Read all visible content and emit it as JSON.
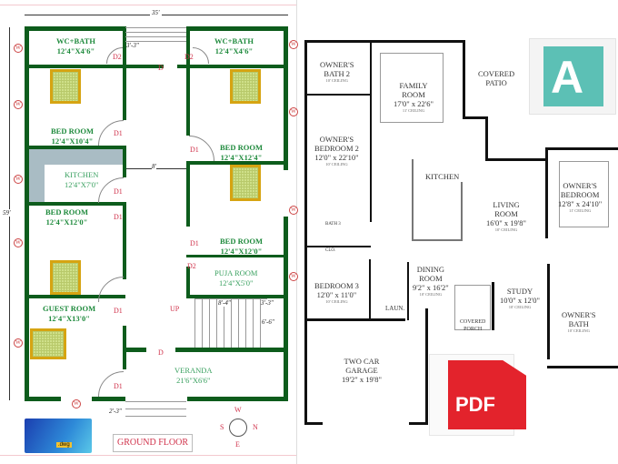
{
  "left_plan": {
    "overall_width": "35'",
    "overall_depth": "59'",
    "rooms": [
      {
        "label": "WC+BATH",
        "size": "12'4\"X4'6\""
      },
      {
        "label": "WC+BATH",
        "size": "12'4\"X4'6\""
      },
      {
        "label": "BED ROOM",
        "size": "12'4\"X10'4\""
      },
      {
        "label": "BED ROOM",
        "size": "12'4\"X12'4\""
      },
      {
        "label": "KITCHEN",
        "size": "12'4\"X7'0\""
      },
      {
        "label": "BED ROOM",
        "size": "12'4\"X12'0\""
      },
      {
        "label": "BED ROOM",
        "size": "12'4\"X12'0\""
      },
      {
        "label": "PUJA ROOM",
        "size": "12'4\"X5'0\""
      },
      {
        "label": "GUEST ROOM",
        "size": "12'4\"X13'0\""
      },
      {
        "label": "VERANDA",
        "size": "21'6\"X6'6\""
      }
    ],
    "doors": {
      "main": "D",
      "d1": "D1",
      "d2": "D2"
    },
    "window": "W",
    "stair_label": "UP",
    "dims": {
      "passage_top": "3'-3\"",
      "passage": "8'",
      "stair_len": "8'-4\"",
      "stair_w": "3'-3\"",
      "stair_h": "6'-6\"",
      "steps": "2'-3\""
    },
    "title": "GROUND FLOOR",
    "compass": {
      "n": "N",
      "s": "S",
      "e": "E",
      "w": "W"
    },
    "dwg_badge": ".dwg",
    "wall_color": "#0d5c1c",
    "label_color": "#1e8a3c",
    "door_color": "#d0314a"
  },
  "right_plan": {
    "rooms": [
      {
        "label": "OWNER'S BATH 2",
        "lines": [
          "OWNER'S",
          "BATH 2"
        ],
        "ceiling": "10' CEILING"
      },
      {
        "label": "FAMILY ROOM",
        "lines": [
          "FAMILY",
          "ROOM"
        ],
        "size": "17'0\" x 22'6\"",
        "ceiling": "11' CEILING"
      },
      {
        "label": "COVERED PATIO",
        "lines": [
          "COVERED",
          "PATIO"
        ]
      },
      {
        "label": "OWNER'S BEDROOM 2",
        "lines": [
          "OWNER'S",
          "BEDROOM 2"
        ],
        "size": "12'0\" x 22'10\"",
        "ceiling": "10' CEILING"
      },
      {
        "label": "KITCHEN",
        "lines": [
          "KITCHEN"
        ]
      },
      {
        "label": "LIVING ROOM",
        "lines": [
          "LIVING",
          "ROOM"
        ],
        "size": "16'0\" x 19'8\"",
        "ceiling": "10' CEILING"
      },
      {
        "label": "OWNER'S BEDROOM",
        "lines": [
          "OWNER'S",
          "BEDROOM"
        ],
        "size": "12'8\" x 24'10\"",
        "ceiling": "11' CEILING"
      },
      {
        "label": "BATH 3",
        "lines": [
          "BATH 3"
        ]
      },
      {
        "label": "CLO.",
        "lines": [
          "CLO."
        ]
      },
      {
        "label": "BEDROOM 3",
        "lines": [
          "BEDROOM 3"
        ],
        "size": "12'0\" x 11'0\"",
        "ceiling": "10' CEILING"
      },
      {
        "label": "LAUN.",
        "lines": [
          "LAUN."
        ]
      },
      {
        "label": "DINING ROOM",
        "lines": [
          "DINING",
          "ROOM"
        ],
        "size": "9'2\" x 16'2\"",
        "ceiling": "10' CEILING"
      },
      {
        "label": "STUDY",
        "lines": [
          "STUDY"
        ],
        "size": "10'0\" x 12'0\"",
        "ceiling": "10' CEILING"
      },
      {
        "label": "COVERED PORCH",
        "lines": [
          "COVERED",
          "PORCH"
        ]
      },
      {
        "label": "OWNER'S BATH",
        "lines": [
          "OWNER'S",
          "BATH"
        ],
        "ceiling": "10' CEILING"
      },
      {
        "label": "TWO CAR GARAGE",
        "lines": [
          "TWO CAR",
          "GARAGE"
        ],
        "size": "19'2\" x 19'8\""
      }
    ],
    "pdf_badge": "PDF",
    "pdf_color": "#e3232c",
    "autocad_logo_color": "#3fb3a8"
  }
}
